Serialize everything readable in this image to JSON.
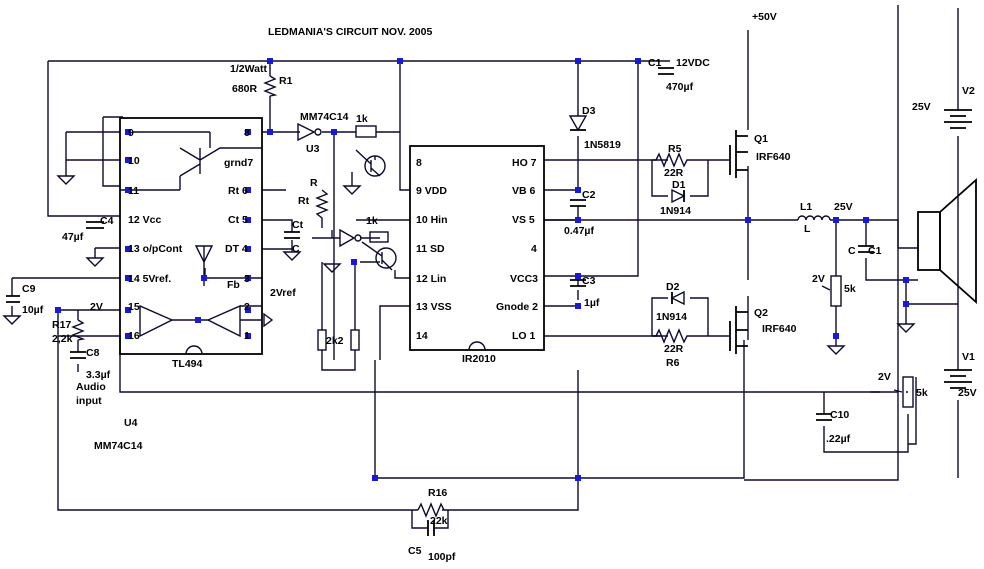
{
  "title": "LEDMANIA'S CIRCUIT   NOV. 2005",
  "tl494": {
    "name": "TL494",
    "fb": "Fb",
    "pins": {
      "p9": "9",
      "p10": "10",
      "p11": "11",
      "p12": "12  Vcc",
      "p13": "13 o/pCont",
      "p14": "14  5Vref.",
      "p15": "15",
      "p16": "16",
      "p8": "8",
      "p7": "grnd7",
      "p6": "Rt  6",
      "p5": "Ct  5",
      "p4": "DT  4",
      "p3": "3",
      "p2": "2",
      "p1": "1"
    }
  },
  "ir2010": {
    "name": "IR2010",
    "pins": {
      "p8": "8",
      "p9": "9  VDD",
      "p10": "10  Hin",
      "p11": "11  SD",
      "p12": "12  Lin",
      "p13": "13  VSS",
      "p14": "14",
      "p7": "HO 7",
      "p6": "VB 6",
      "p5": "VS  5",
      "p4": "4",
      "p3": "VCC3",
      "p2": "Gnode 2",
      "p1": "LO  1"
    }
  },
  "labels": {
    "watt": "1/2Watt",
    "r1": "R1",
    "r1_val": "680R",
    "mm74_top": "MM74C14",
    "k1_top": "1k",
    "u3": "U3",
    "r": "R",
    "rt": "Rt",
    "ct": "Ct",
    "k1_mid": "1k",
    "c": "C",
    "vref2": "2Vref",
    "k2": "2k2",
    "c4": "C4",
    "c4_val": "47µf",
    "c9": "C9",
    "c9_val": "10µf",
    "v2": "2V",
    "r17": "R17",
    "r17_val": "2,2k",
    "c8": "C8",
    "c8_val": "3.3µf",
    "audio1": "Audio",
    "audio2": "input",
    "u4": "U4",
    "mm74_bot": "MM74C14",
    "r16": "R16",
    "r16_val": "22k",
    "c5": "C5",
    "c5_val": "100pf",
    "d3": "D3",
    "d3_val": "1N5819",
    "c2": "C2",
    "c2_val": "0.47µf",
    "c3": "C3",
    "c3_val": "1µf",
    "c1": "C1",
    "v12": "12VDC",
    "c1_val": "470µf",
    "r5": "R5",
    "r5_val": "22R",
    "d1": "D1",
    "d1_val": "1N914",
    "d2": "D2",
    "d2_val": "1N914",
    "r6_val": "22R",
    "r6": "R6",
    "v50": "+50V",
    "q1": "Q1",
    "q1_val": "IRF640",
    "q2": "Q2",
    "q2_val": "IRF640",
    "l1": "L1",
    "l": "L",
    "v25_mid": "25V",
    "c_out": "C",
    "c1_out": "C1",
    "v2_pot1": "2V",
    "pot1": "5k",
    "v2_pot2": "2V",
    "pot2": "5k",
    "c10": "C10",
    "c10_val": ".22µf",
    "v25_top": "25V",
    "bat_v2": "V2",
    "bat_v1": "V1",
    "v25_bot": "25V"
  }
}
